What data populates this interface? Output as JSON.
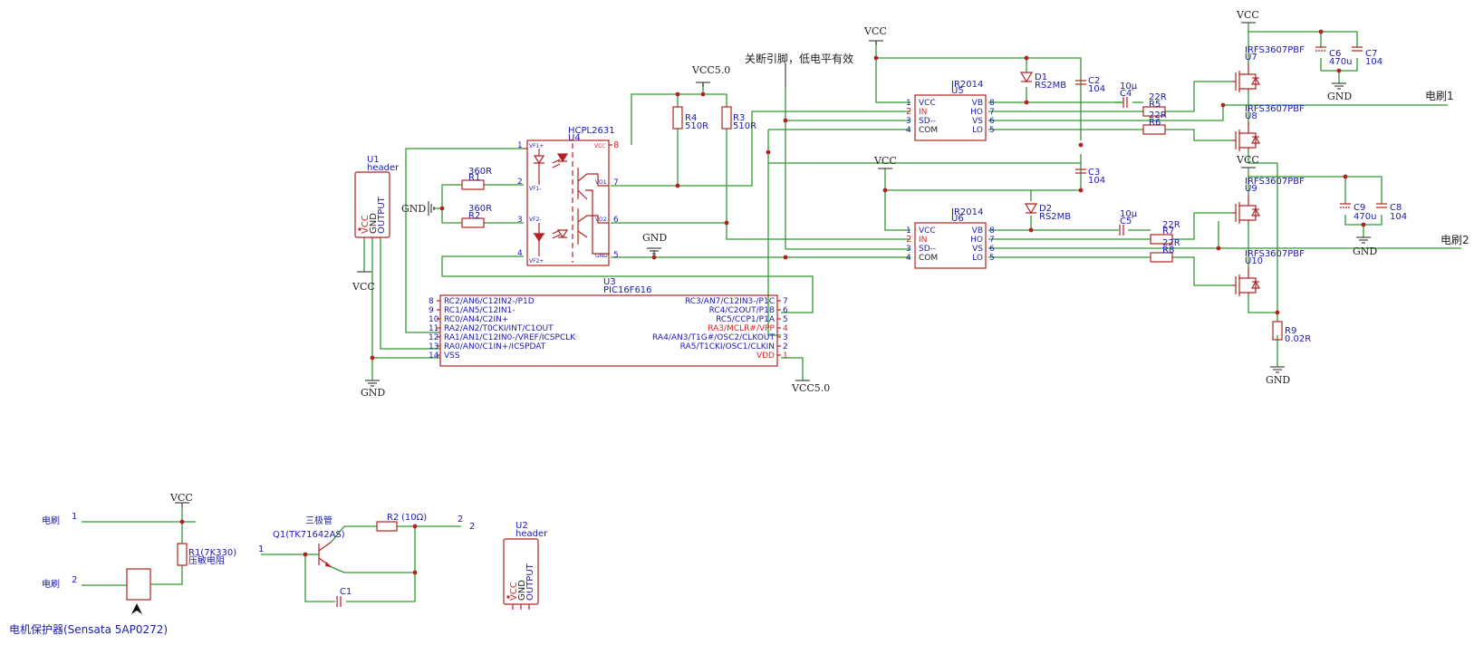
{
  "power": {
    "vcc": "VCC",
    "vcc50": "VCC5.0",
    "gnd": "GND"
  },
  "note": "关断引脚，低电平有效",
  "u1": {
    "ref": "U1",
    "value": "header",
    "pins": [
      "VCC",
      "GND",
      "OUTPUT"
    ]
  },
  "u2": {
    "ref": "U2",
    "value": "header",
    "pins": [
      "VCC",
      "GND",
      "OUTPUT"
    ]
  },
  "u3": {
    "ref": "U3",
    "value": "PIC16F616",
    "left_pins": [
      {
        "num": "8",
        "name": "RC2/AN6/C12IN2-/P1D"
      },
      {
        "num": "9",
        "name": "RC1/AN5/C12IN1-"
      },
      {
        "num": "10",
        "name": "RC0/AN4/C2IN+"
      },
      {
        "num": "11",
        "name": "RA2/AN2/T0CKI/INT/C1OUT"
      },
      {
        "num": "12",
        "name": "RA1/AN1/C12IN0-/VREF/ICSPCLK"
      },
      {
        "num": "13",
        "name": "RA0/AN0/C1IN+/ICSPDAT"
      },
      {
        "num": "14",
        "name": "VSS"
      }
    ],
    "right_pins": [
      {
        "num": "7",
        "name": "RC3/AN7/C12IN3-/P1C"
      },
      {
        "num": "6",
        "name": "RC4/C2OUT/P1B"
      },
      {
        "num": "5",
        "name": "RC5/CCP1/P1A"
      },
      {
        "num": "4",
        "name": "RA3/MCLR#/VPP"
      },
      {
        "num": "3",
        "name": "RA4/AN3/T1G#/OSC2/CLKOUT"
      },
      {
        "num": "2",
        "name": "RA5/T1CKI/OSC1/CLKIN"
      },
      {
        "num": "1",
        "name": "VDD"
      }
    ]
  },
  "u4": {
    "ref": "U4",
    "value": "HCPL2631",
    "left_pins": [
      {
        "num": "1",
        "name": "VF1+"
      },
      {
        "num": "2",
        "name": "VF1-"
      },
      {
        "num": "3",
        "name": "VF2-"
      },
      {
        "num": "4",
        "name": "VF2+"
      }
    ],
    "right_pins": [
      {
        "num": "8",
        "name": "VCC"
      },
      {
        "num": "7",
        "name": "VO1"
      },
      {
        "num": "6",
        "name": "VO2"
      },
      {
        "num": "5",
        "name": "GND"
      }
    ]
  },
  "drivers": [
    {
      "ref": "U5",
      "value": "IR2014",
      "left": [
        {
          "num": "1",
          "name": "VCC"
        },
        {
          "num": "2",
          "name": "IN"
        },
        {
          "num": "3",
          "name": "SD--"
        },
        {
          "num": "4",
          "name": "COM"
        }
      ],
      "right": [
        {
          "num": "8",
          "name": "VB"
        },
        {
          "num": "7",
          "name": "HO"
        },
        {
          "num": "6",
          "name": "VS"
        },
        {
          "num": "5",
          "name": "LO"
        }
      ]
    },
    {
      "ref": "U6",
      "value": "IR2014",
      "left": [
        {
          "num": "1",
          "name": "VCC"
        },
        {
          "num": "2",
          "name": "IN"
        },
        {
          "num": "3",
          "name": "SD--"
        },
        {
          "num": "4",
          "name": "COM"
        }
      ],
      "right": [
        {
          "num": "8",
          "name": "VB"
        },
        {
          "num": "7",
          "name": "HO"
        },
        {
          "num": "6",
          "name": "VS"
        },
        {
          "num": "5",
          "name": "LO"
        }
      ]
    }
  ],
  "resistors": {
    "r1": {
      "ref": "R1",
      "value": "360R"
    },
    "r2": {
      "ref": "R2",
      "value": "360R"
    },
    "r3": {
      "ref": "R3",
      "value": "510R"
    },
    "r4": {
      "ref": "R4",
      "value": "510R"
    },
    "r5": {
      "ref": "R5",
      "value": "22R"
    },
    "r6": {
      "ref": "R6",
      "value": "22R"
    },
    "r7": {
      "ref": "R7",
      "value": "22R"
    },
    "r8": {
      "ref": "R8",
      "value": "22R"
    },
    "r9": {
      "ref": "R9",
      "value": "0.02R"
    }
  },
  "capacitors": {
    "c2": {
      "ref": "C2",
      "value": "104"
    },
    "c3": {
      "ref": "C3",
      "value": "104"
    },
    "c4": {
      "ref": "C4",
      "value": "10μ"
    },
    "c5": {
      "ref": "C5",
      "value": "10μ"
    },
    "c6": {
      "ref": "C6",
      "value": "470u"
    },
    "c7": {
      "ref": "C7",
      "value": "104"
    },
    "c8": {
      "ref": "C8",
      "value": "104"
    },
    "c9": {
      "ref": "C9",
      "value": "470u"
    }
  },
  "diodes": {
    "d1": {
      "ref": "D1",
      "value": "RS2MB"
    },
    "d2": {
      "ref": "D2",
      "value": "RS2MB"
    }
  },
  "mosfets": [
    {
      "ref": "U7",
      "value": "IRFS3607PBF"
    },
    {
      "ref": "U8",
      "value": "IRFS3607PBF"
    },
    {
      "ref": "U9",
      "value": "IRFS3607PBF"
    },
    {
      "ref": "U10",
      "value": "IRFS3607PBF"
    }
  ],
  "outputs": {
    "brush1": "电刷1",
    "brush2": "电刷2"
  },
  "bottom": {
    "brush_label": "电刷",
    "pin1": "1",
    "pin2": "2",
    "r1": "R1(7K330)",
    "r1_desc": "压敏电阻",
    "protector": "电机保护器(Sensata 5AP0272)",
    "transistor_label": "三极管",
    "q1": "Q1(TK71642AS)",
    "r2": "R2",
    "r2_val": "(10Ω)",
    "c1": "C1"
  }
}
